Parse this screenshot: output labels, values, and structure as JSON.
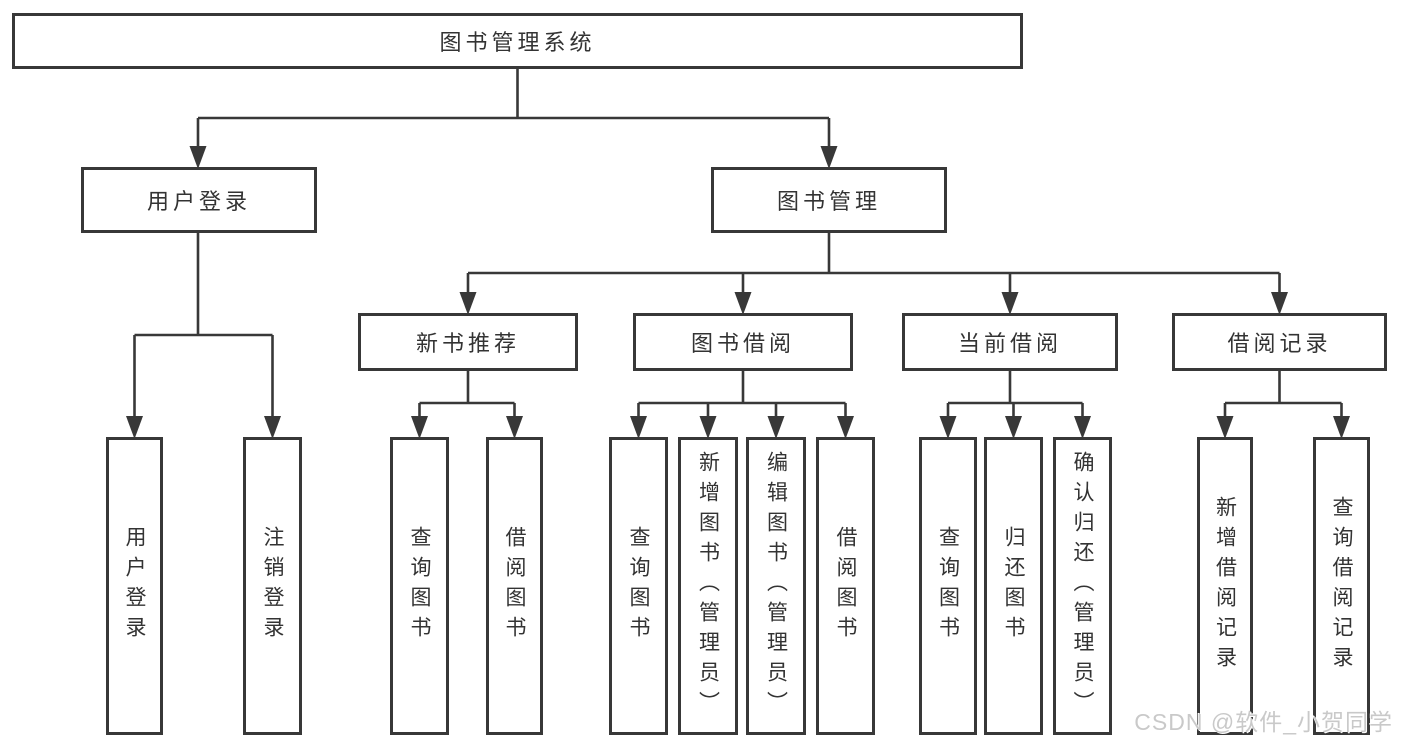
{
  "diagram": {
    "root": {
      "label": "图书管理系统"
    },
    "branches": [
      {
        "label": "用户登录",
        "children": [
          {
            "label": "用户登录"
          },
          {
            "label": "注销登录"
          }
        ]
      },
      {
        "label": "图书管理",
        "children": [
          {
            "label": "新书推荐",
            "children": [
              {
                "label": "查询图书"
              },
              {
                "label": "借阅图书"
              }
            ]
          },
          {
            "label": "图书借阅",
            "children": [
              {
                "label": "查询图书"
              },
              {
                "label": "新增图书（管理员）"
              },
              {
                "label": "编辑图书（管理员）"
              },
              {
                "label": "借阅图书"
              }
            ]
          },
          {
            "label": "当前借阅",
            "children": [
              {
                "label": "查询图书"
              },
              {
                "label": "归还图书"
              },
              {
                "label": "确认归还（管理员）"
              }
            ]
          },
          {
            "label": "借阅记录",
            "children": [
              {
                "label": "新增借阅记录"
              },
              {
                "label": "查询借阅记录"
              }
            ]
          }
        ]
      }
    ]
  },
  "watermark": {
    "text": "CSDN @软件_小贺同学"
  },
  "colors": {
    "line": "#383838",
    "text": "#333333",
    "background": "#ffffff",
    "watermark": "#c9c9c9"
  }
}
